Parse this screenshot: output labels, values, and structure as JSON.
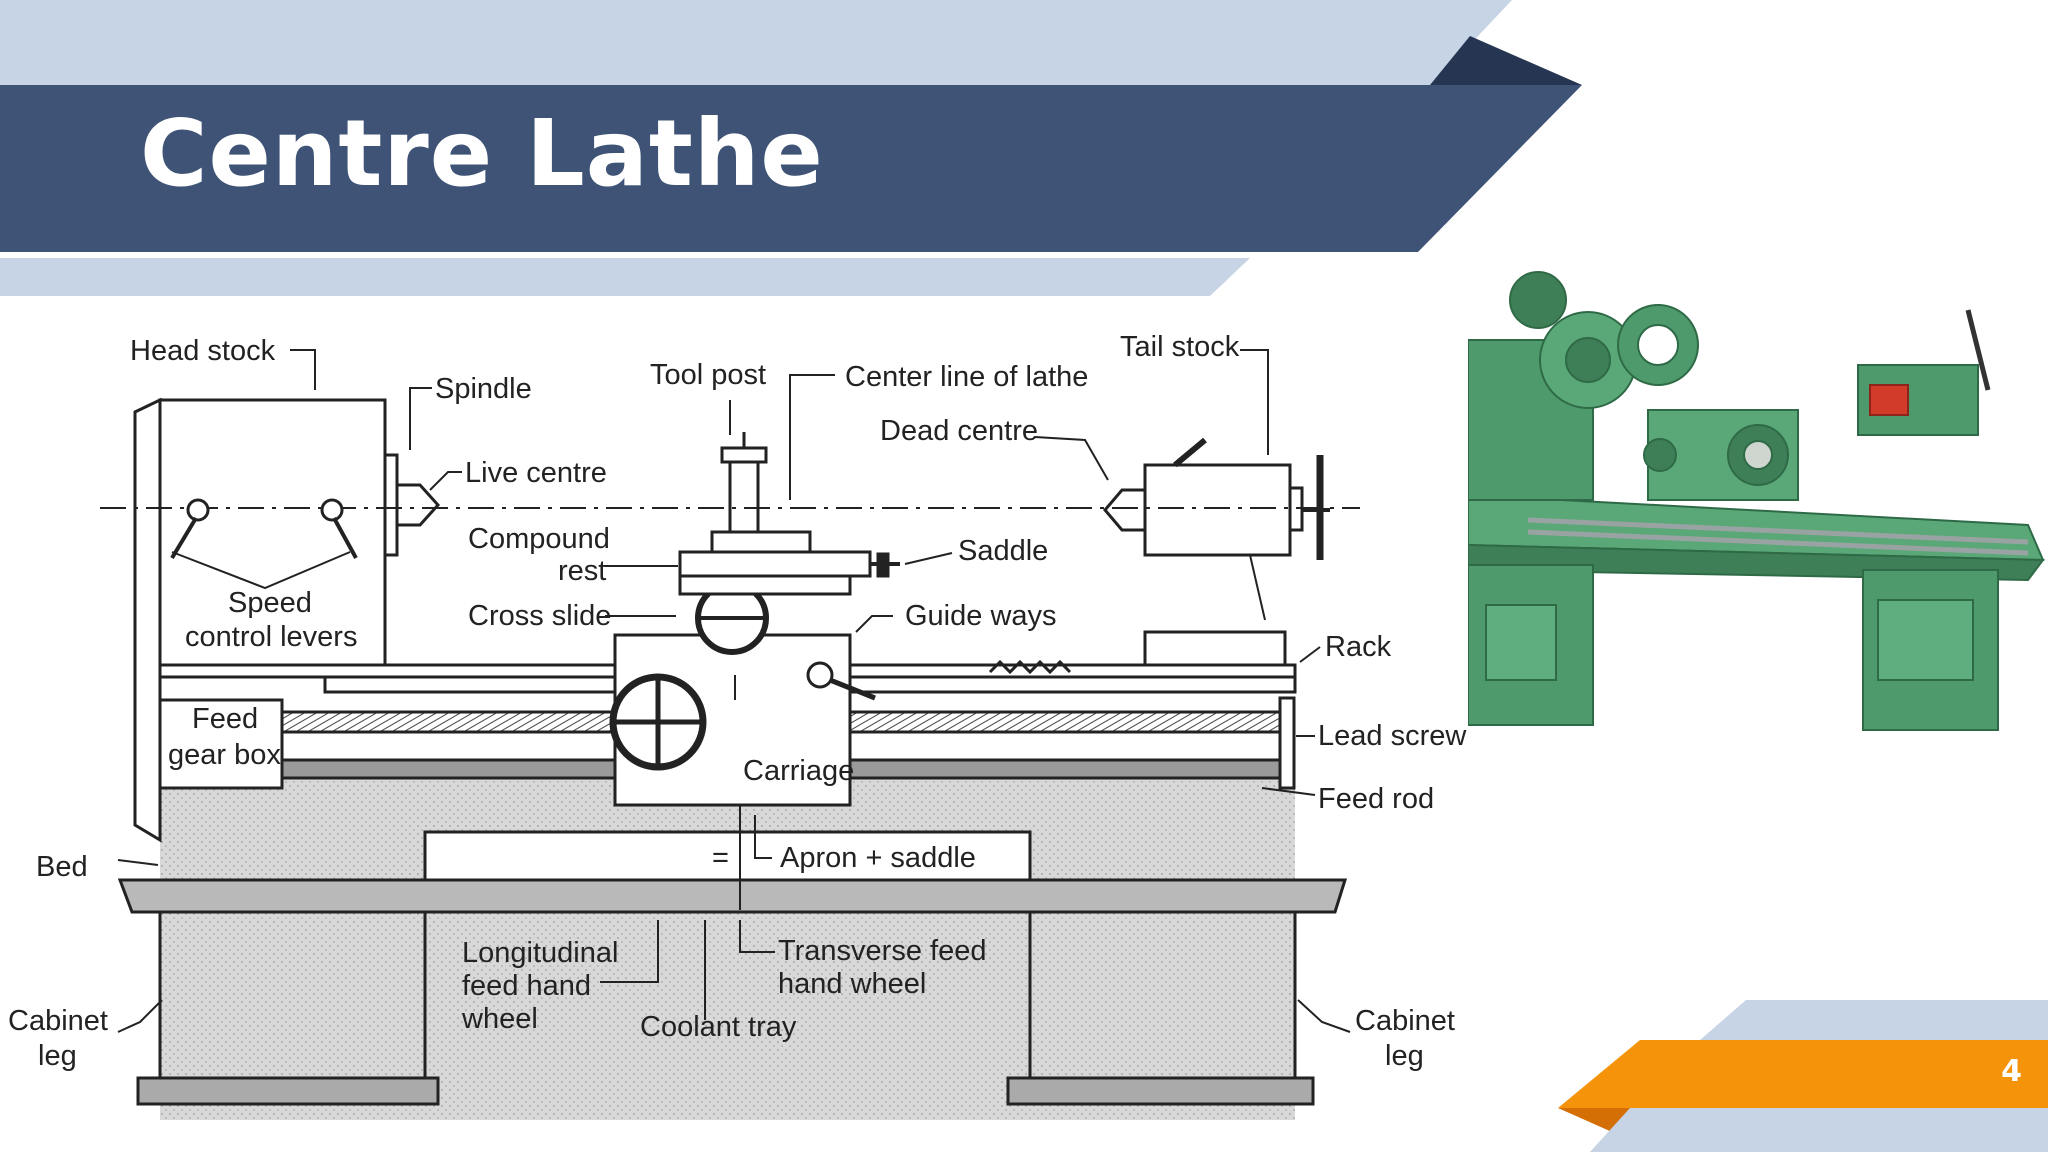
{
  "slide": {
    "title": "Centre Lathe",
    "page_number": "4"
  },
  "diagram": {
    "labels": {
      "head_stock": "Head stock",
      "spindle": "Spindle",
      "tool_post": "Tool post",
      "center_line": "Center line of lathe",
      "tail_stock": "Tail stock",
      "live_centre": "Live centre",
      "dead_centre": "Dead centre",
      "compound_rest_1": "Compound",
      "compound_rest_2": "rest",
      "saddle": "Saddle",
      "cross_slide": "Cross slide",
      "guide_ways": "Guide ways",
      "speed_levers_1": "Speed",
      "speed_levers_2": "control levers",
      "rack": "Rack",
      "feed_gear_box_1": "Feed",
      "feed_gear_box_2": "gear box",
      "lead_screw": "Lead screw",
      "carriage": "Carriage",
      "feed_rod": "Feed rod",
      "bed": "Bed",
      "apron_saddle": "Apron + saddle",
      "apron_symbol": "=",
      "longitudinal_1": "Longitudinal",
      "longitudinal_2": "feed hand",
      "longitudinal_3": "wheel",
      "transverse_1": "Transverse feed",
      "transverse_2": "hand wheel",
      "coolant_tray": "Coolant tray",
      "cabinet_leg_left_1": "Cabinet",
      "cabinet_leg_left_2": "leg",
      "cabinet_leg_right_1": "Cabinet",
      "cabinet_leg_right_2": "leg"
    }
  },
  "colors": {
    "banner_dark": "#3e5376",
    "banner_light": "#c7d4e5",
    "banner_navy": "#253552",
    "accent_orange": "#f5930b",
    "accent_orange_dark": "#d46f06",
    "lathe_green": "#4f9a6c"
  }
}
